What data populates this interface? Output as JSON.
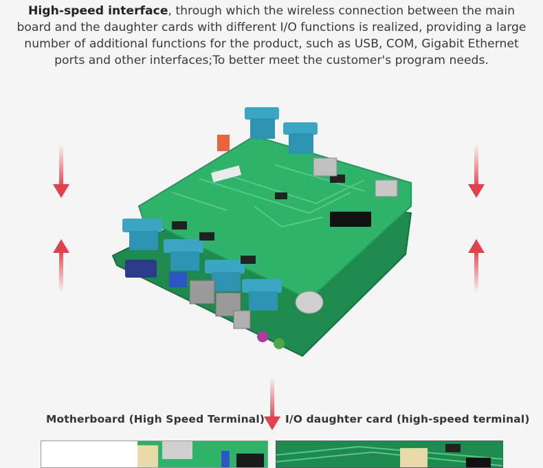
{
  "intro": {
    "bold_lead": "High-speed interface",
    "text": ", through which the wireless connection between the main board and the daughter cards with different I/O functions is realized, providing a large number of additional functions for the product, such as USB, COM, Gigabit Ethernet ports and other interfaces;To better meet the customer's program needs."
  },
  "labels": {
    "motherboard": "Motherboard (High Speed Terminal)",
    "daughter_card": "I/O daughter card (high-speed terminal)"
  },
  "colors": {
    "background": "#f5f5f5",
    "arrow_red": "#e2404a",
    "pcb_green": "#2fb36a",
    "connector_blue": "#3aa6c4"
  },
  "icons": {
    "arrow_down": "arrow-down-icon",
    "arrow_up": "arrow-up-icon"
  }
}
